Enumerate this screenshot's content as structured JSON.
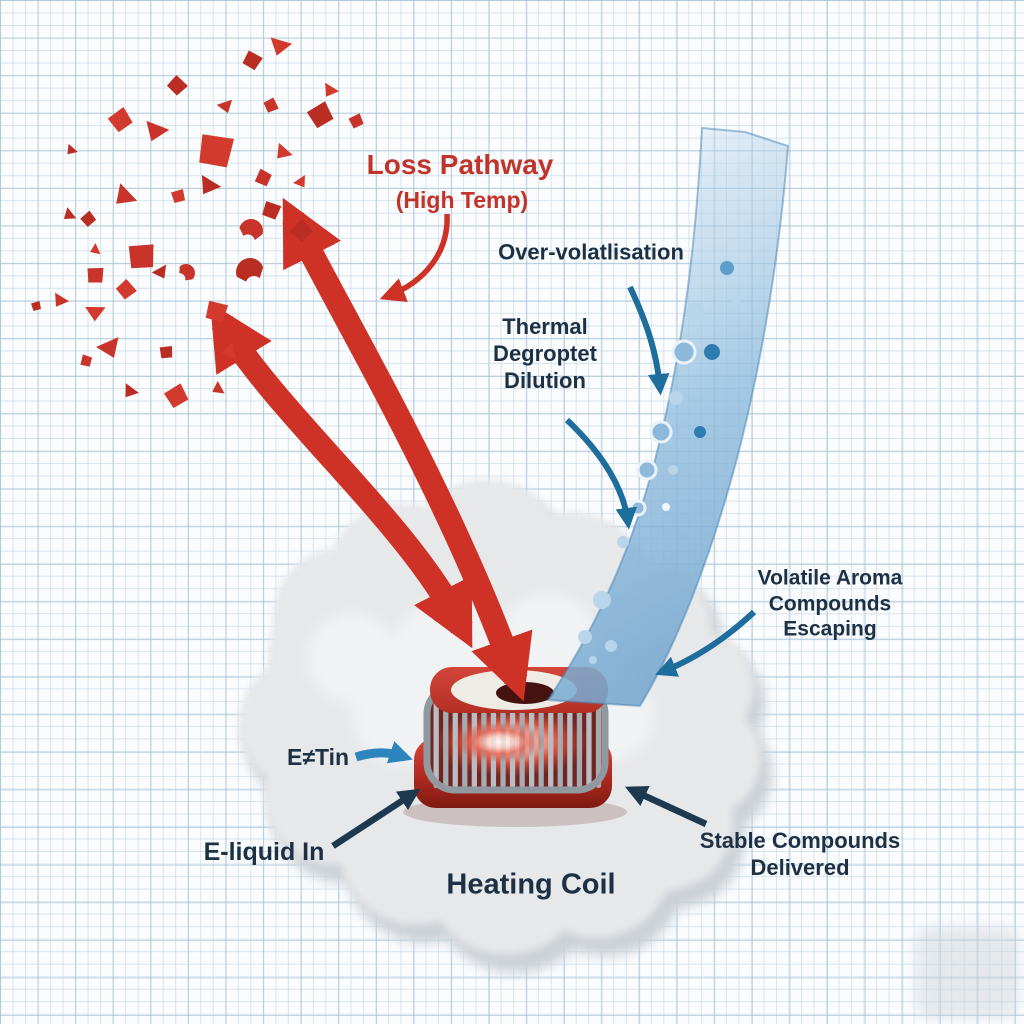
{
  "diagram": {
    "title": "Loss Pathway",
    "subtitle": "(High Temp)",
    "over_volatilisation": "Over-volatlisation",
    "thermal": [
      "Thermal",
      "Degroptet",
      "Dilution"
    ],
    "volatile": [
      "Volatile Aroma",
      "Compounds",
      "Escaping"
    ],
    "e_tin": "E≠Tin",
    "e_liquid_in": "E-liquid In",
    "stable": [
      "Stable Compounds",
      "Delivered"
    ],
    "heating_coil": "Heating Coil",
    "icons": {
      "loss_arrows": "red-double-headed-arrows",
      "particles": "red-flavor-fragment-particles",
      "stream": "blue-bubble-vapor-stream",
      "cloud": "gray-vapor-cloud",
      "coil": "heating-coil-illustration"
    },
    "colors": {
      "loss_red": "#c2342a",
      "label_navy": "#1d3044",
      "arrow_blue": "#1d6d9d",
      "arrow_navy": "#1c3950",
      "e_tin_blue": "#2d85bd",
      "stream_blue": "#8cbade",
      "coil_red": "#c53a2e",
      "cloud_gray": "#dfe2e5"
    }
  }
}
